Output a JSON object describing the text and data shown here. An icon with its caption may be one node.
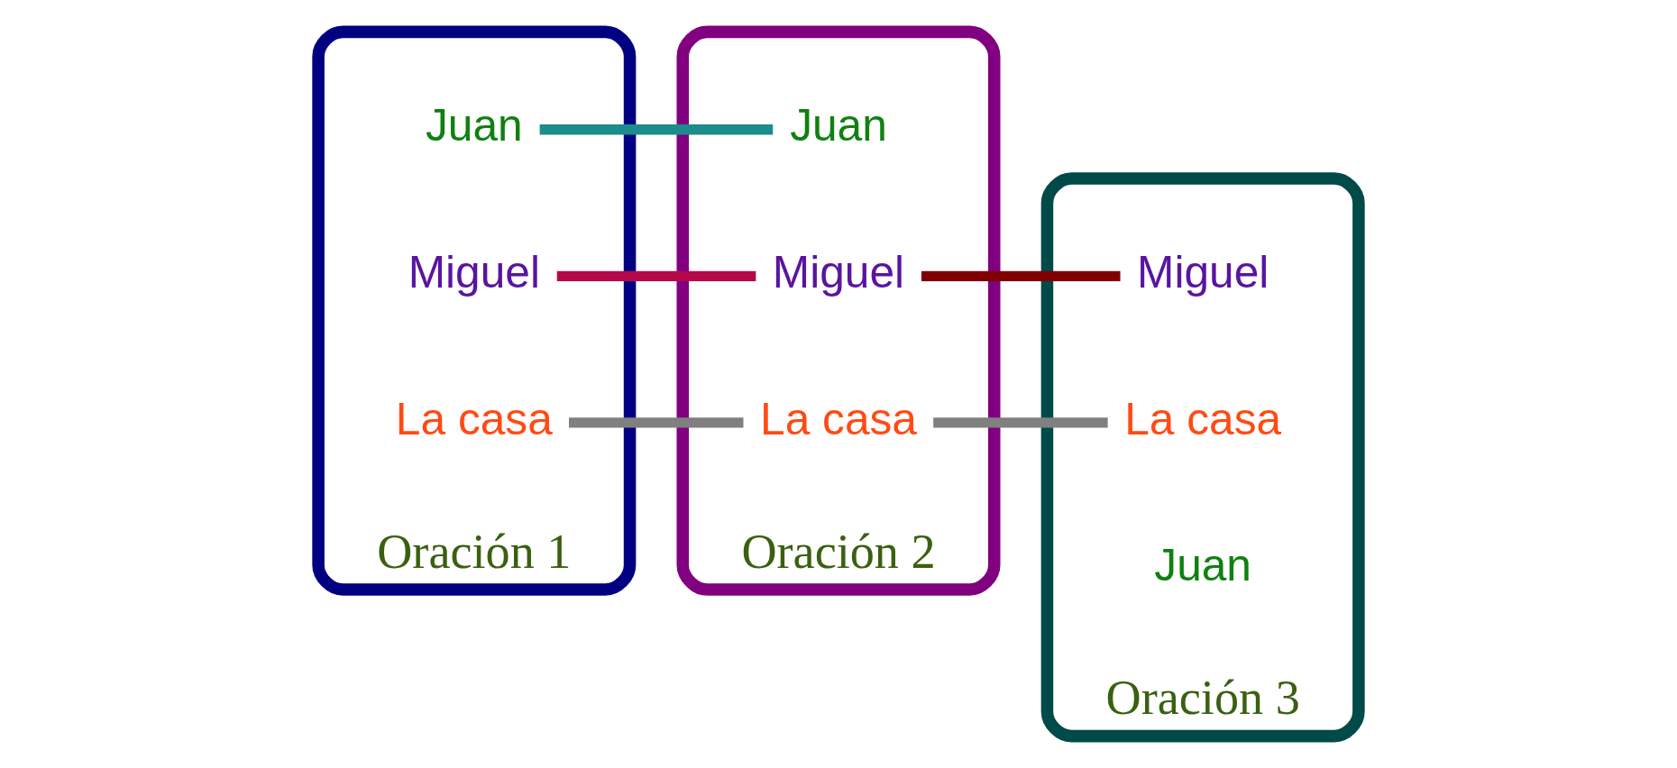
{
  "diagram": {
    "nodes": [
      {
        "text": [
          "Oración 1"
        ]
      },
      {
        "text": [
          "Juan"
        ],
        "in": 0
      },
      {
        "text": [
          "Miguel"
        ],
        "in": 0
      },
      {
        "text": [
          "La casa"
        ],
        "in": 0
      },
      {
        "text": [
          "Oración 2"
        ]
      },
      {
        "text": [
          "Miguel"
        ],
        "in": 4
      },
      {
        "text": [
          "Juan"
        ],
        "in": 4
      },
      {
        "text": [
          "La casa"
        ],
        "in": 4
      },
      {
        "text": [
          "Oración 3"
        ]
      },
      {
        "text": [
          "Miguel"
        ],
        "in": 8
      },
      {
        "text": [
          "La casa"
        ],
        "in": 8
      },
      {
        "text": [
          "Juan"
        ],
        "in": 8
      }
    ],
    "edges": [
      {
        "from": 1,
        "to": 6,
        "arrow": "none",
        "color": "#1e8c8c"
      },
      {
        "from": 2,
        "to": 5,
        "arrow": "none",
        "color": "#b4084a"
      },
      {
        "from": 3,
        "to": 7,
        "arrow": "none",
        "color": "#808080"
      },
      {
        "from": 5,
        "to": 9,
        "arrow": "none",
        "color": "#800000"
      },
      {
        "from": 7,
        "to": 10,
        "arrow": "none",
        "color": "#808080"
      }
    ]
  }
}
